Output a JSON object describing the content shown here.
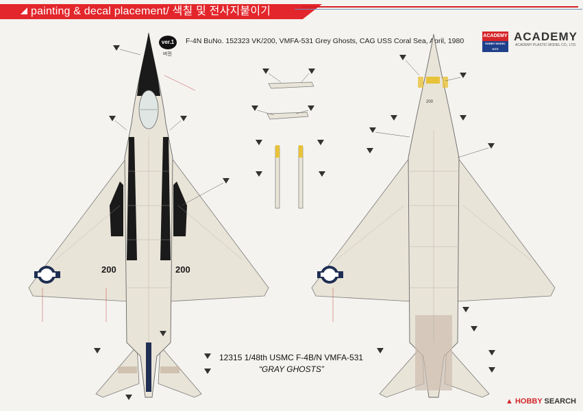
{
  "header": {
    "title": "painting & decal placement/ 색칠 및 전사지붙이기"
  },
  "version": {
    "badge": "ver.1",
    "sub": "버전"
  },
  "spec_title": "F-4N BuNo. 152323 VK/200, VMFA-531 Grey Ghosts, CAG USS Coral Sea, April, 1980",
  "logo": {
    "box_top": "ACADEMY",
    "box_bottom": "HOBBY MODEL KITS",
    "word": "ACADEMY",
    "sub": "ACADEMY PLASTIC MODEL CO., LTD."
  },
  "kit": {
    "title": "12315 1/48th USMC F-4B/N VMFA-531",
    "subtitle": "“GRAY GHOSTS”"
  },
  "aircraft": {
    "modex_left": "200",
    "modex_right": "200",
    "nose_number": "200"
  },
  "watermark": {
    "hobby": "HOBBY",
    "search": "SEARCH"
  },
  "colors": {
    "banner_red": "#e3262b",
    "aircraft_grey": "#e9e4d8",
    "anti_glare_black": "#1a1a1a",
    "insignia_blue": "#1f2e52",
    "yellow": "#e8c23a"
  }
}
